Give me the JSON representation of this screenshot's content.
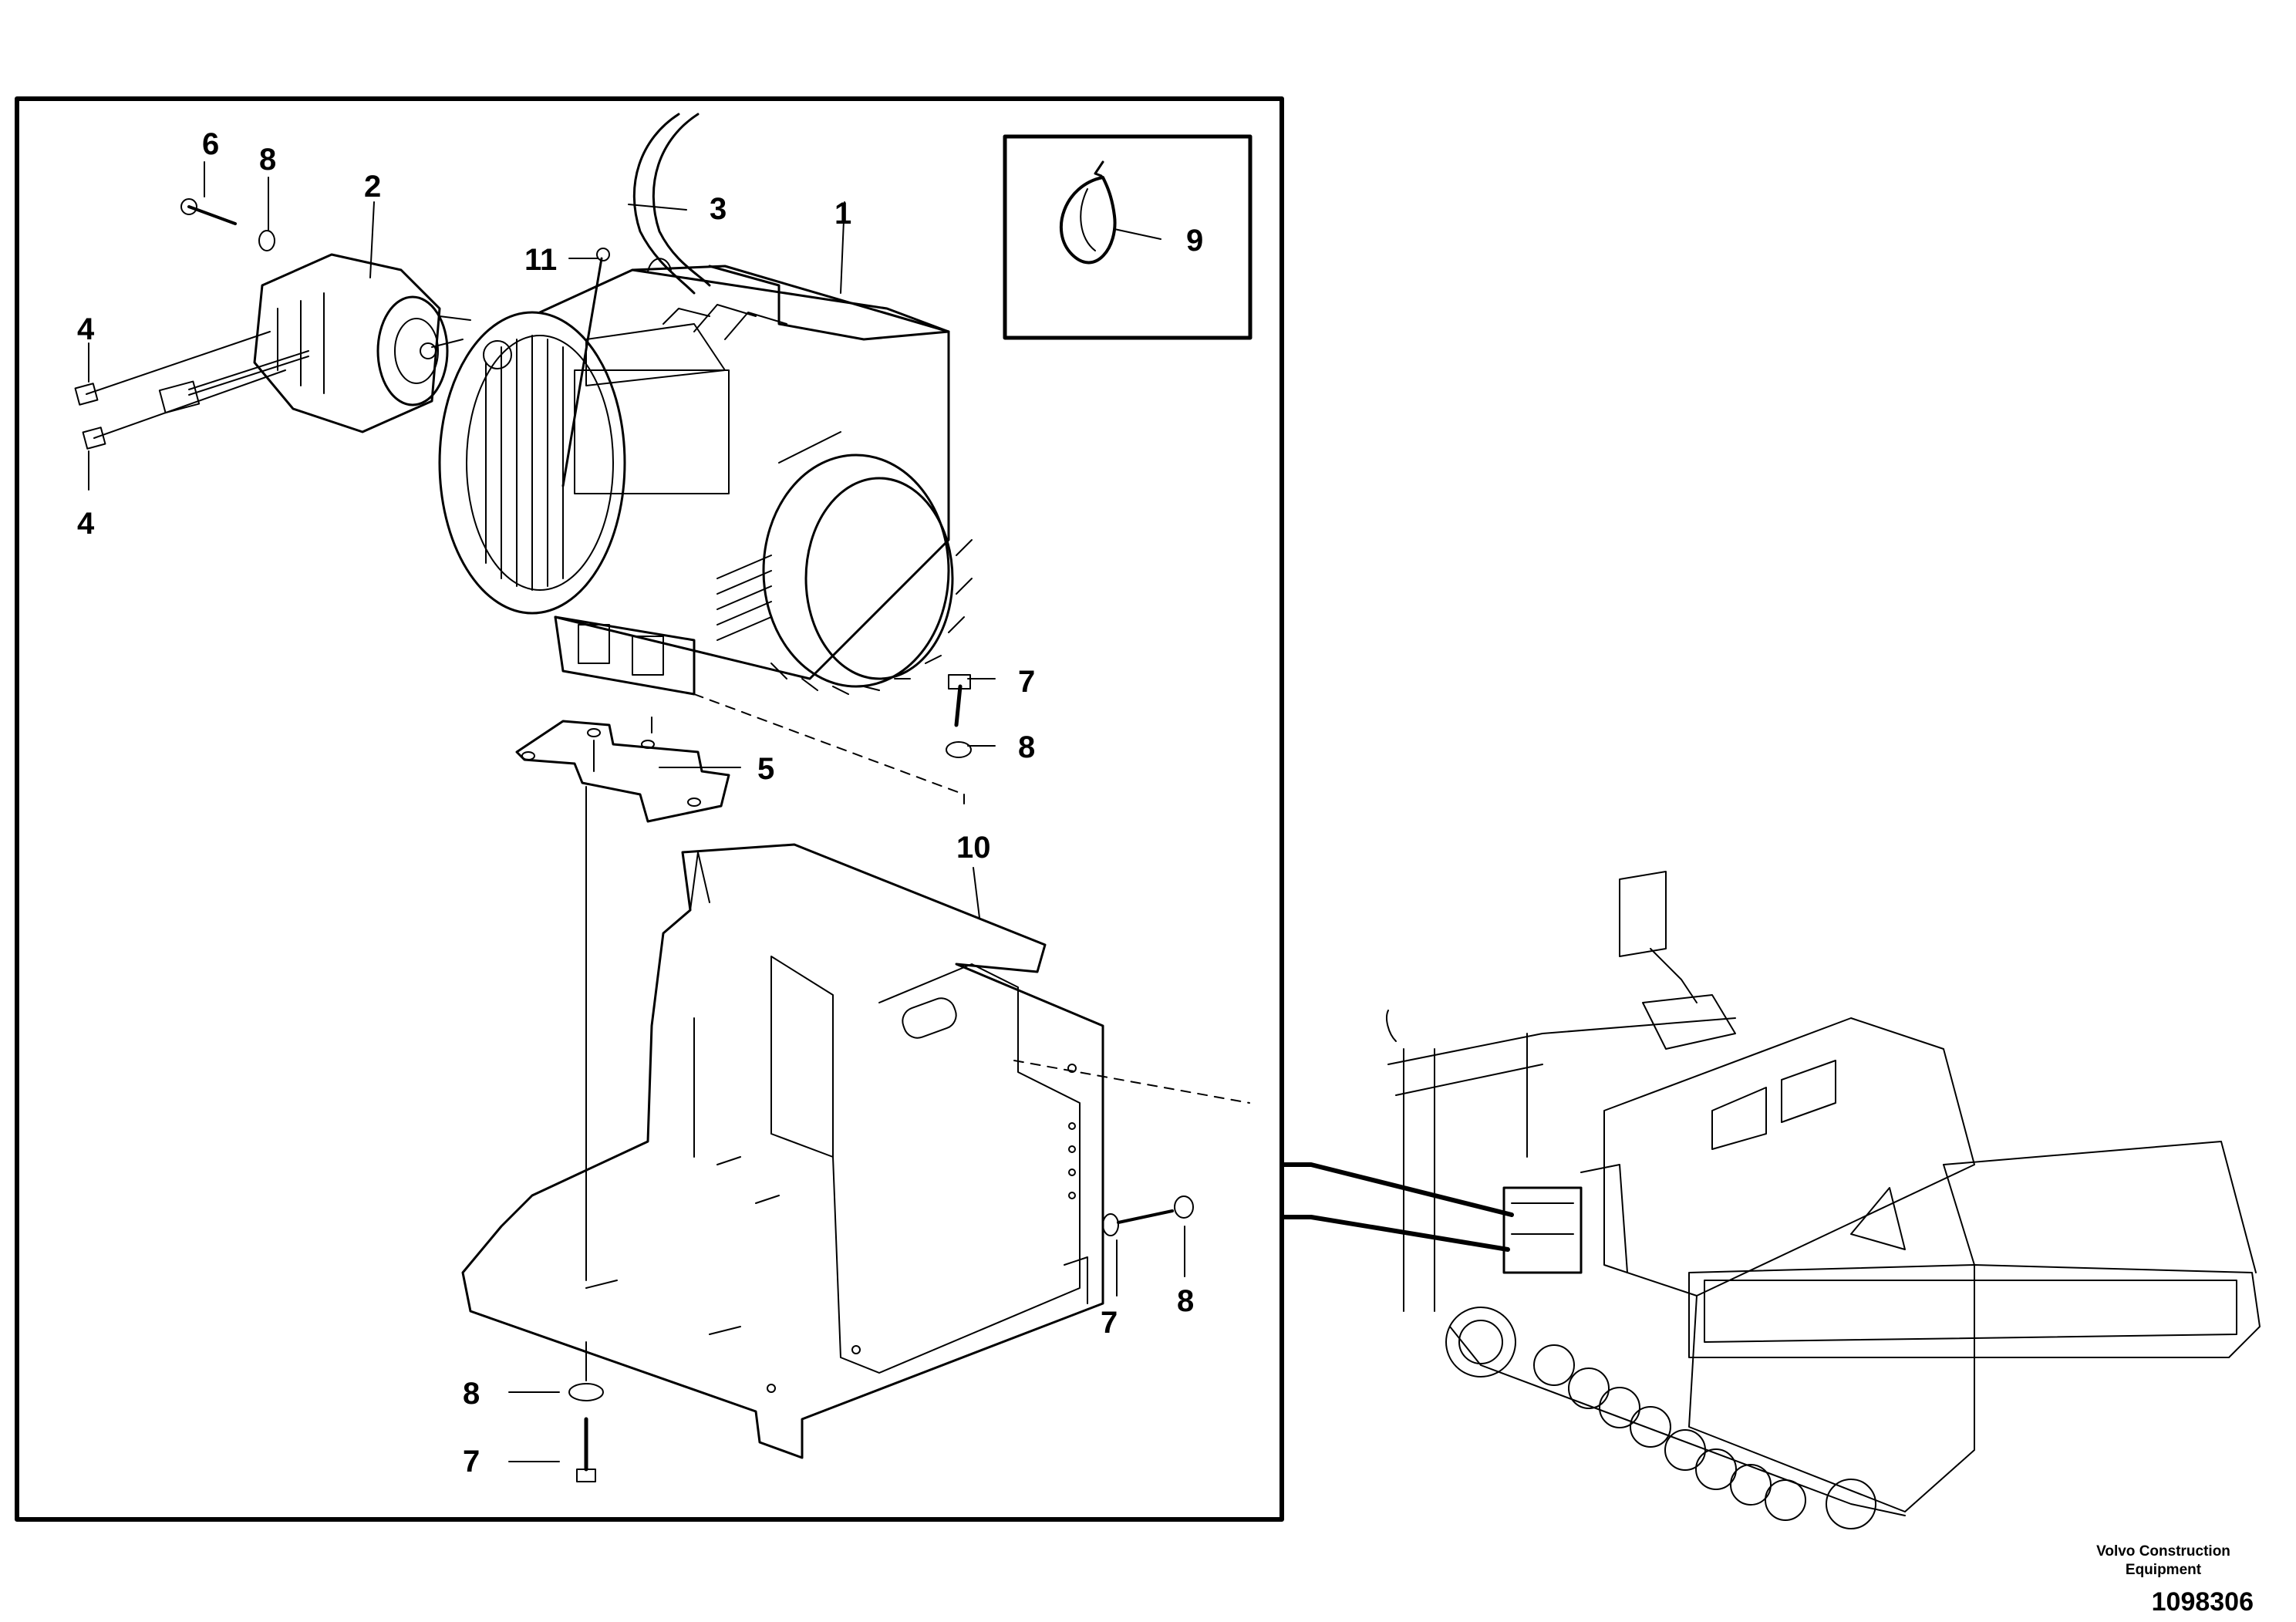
{
  "callouts": {
    "c1": "1",
    "c2": "2",
    "c3": "3",
    "c4a": "4",
    "c4b": "4",
    "c5": "5",
    "c6": "6",
    "c7a": "7",
    "c7b": "7",
    "c7c": "7",
    "c8a": "8",
    "c8b": "8",
    "c8c": "8",
    "c8d": "8",
    "c9": "9",
    "c10": "10",
    "c11": "11"
  },
  "footer": {
    "company_line1": "Volvo Construction",
    "company_line2": "Equipment",
    "drawing_number": "1098306"
  },
  "colors": {
    "line": "#000000",
    "background": "#ffffff"
  }
}
